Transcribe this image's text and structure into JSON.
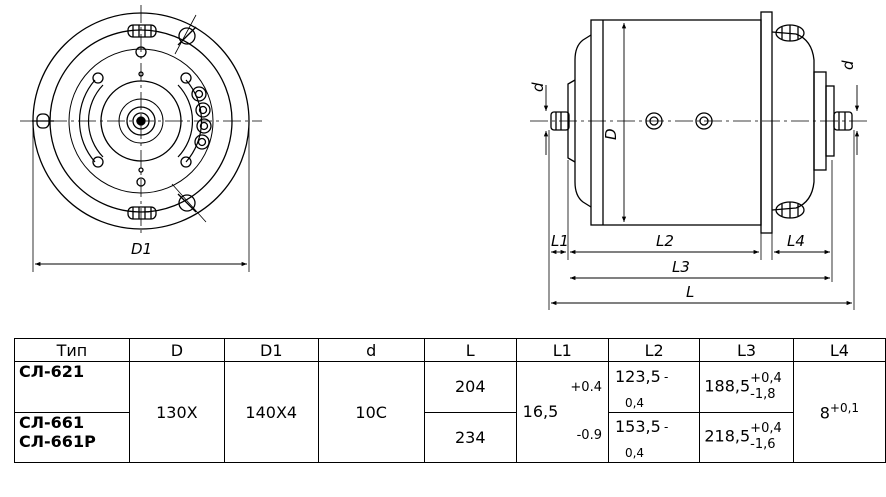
{
  "drawing": {
    "labels": {
      "d1": "D1",
      "d": "D",
      "d_small_left": "d",
      "d_small_right": "d",
      "l1": "L1",
      "l2": "L2",
      "l3": "L3",
      "l4": "L4",
      "l": "L"
    }
  },
  "table": {
    "headers": [
      "Тип",
      "D",
      "D1",
      "d",
      "L",
      "L1",
      "L2",
      "L3",
      "L4"
    ],
    "types": {
      "row1": "СЛ-621",
      "row2a": "СЛ-661",
      "row2b": "СЛ-661Р"
    },
    "D": "130X",
    "D1": "140X4",
    "d": "10C",
    "L": [
      "204",
      "234"
    ],
    "L1": {
      "base": "16,5",
      "upper": "+0.4",
      "lower": "-0.9"
    },
    "L2": [
      {
        "base": "123,5",
        "dash": "-",
        "lower": "0,4"
      },
      {
        "base": "153,5",
        "dash": "-",
        "lower": "0,4"
      }
    ],
    "L3": [
      {
        "base": "188,5",
        "upper": "+0,4",
        "lower": "-1,8"
      },
      {
        "base": "218,5",
        "upper": "+0,4",
        "lower": "-1,6"
      }
    ],
    "L4": {
      "base": "8",
      "upper": "+0,1"
    }
  }
}
